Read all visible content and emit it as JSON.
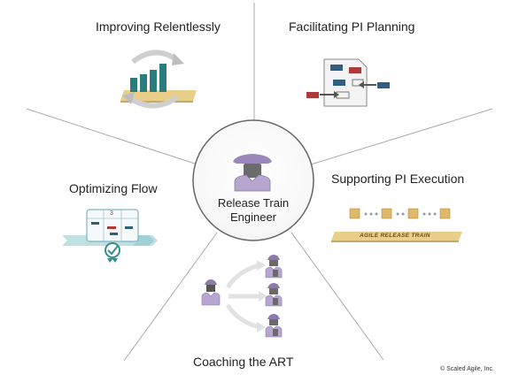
{
  "center": {
    "line1": "Release Train",
    "line2": "Engineer"
  },
  "segments": {
    "improving": "Improving Relentlessly",
    "facilitating": "Facilitating PI Planning",
    "supporting": "Supporting PI Execution",
    "optimizing": "Optimizing Flow",
    "coaching": "Coaching the ART"
  },
  "train_banner": "AGILE RELEASE TRAIN",
  "kanban_number": "3",
  "copyright": "© Scaled Agile, Inc.",
  "colors": {
    "purple": "#b7a6cf",
    "dark_purple": "#8c79ad",
    "teal": "#2a7d7c",
    "gold": "#e9cf8a",
    "red": "#b03a3a",
    "navy": "#2f5f82"
  }
}
